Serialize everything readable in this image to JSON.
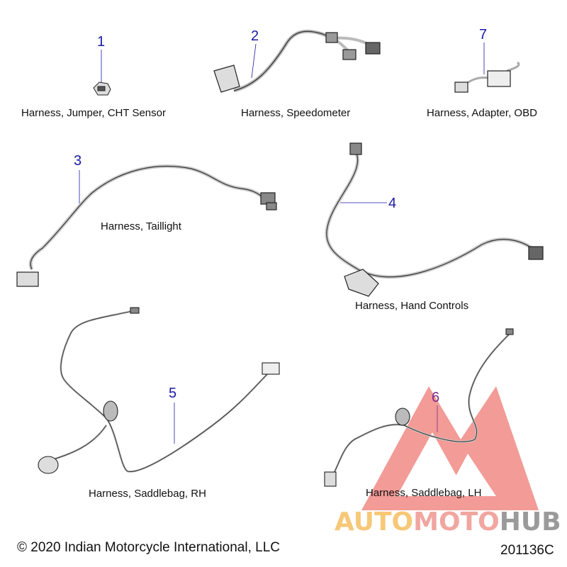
{
  "parts": [
    {
      "number": "1",
      "label": "Harness, Jumper, CHT Sensor"
    },
    {
      "number": "2",
      "label": "Harness, Speedometer"
    },
    {
      "number": "3",
      "label": "Harness, Taillight"
    },
    {
      "number": "4",
      "label": "Harness, Hand Controls"
    },
    {
      "number": "5",
      "label": "Harness, Saddlebag, RH"
    },
    {
      "number": "6",
      "label": "Harness, Saddlebag, LH"
    },
    {
      "number": "7",
      "label": "Harness, Adapter, OBD"
    }
  ],
  "footer": {
    "copyright": "© 2020 Indian Motorcycle International, LLC",
    "diagram_id": "201136C"
  },
  "watermark": {
    "part1": "AUTO",
    "part2": "MOTO",
    "part3": "HUB"
  },
  "colors": {
    "callout_number": "#1a1aa8",
    "callout_number_6": "#7a2a8a",
    "watermark_red": "#e84a43",
    "watermark_orange": "#f6c877",
    "watermark_gray": "#9a9a9a"
  }
}
